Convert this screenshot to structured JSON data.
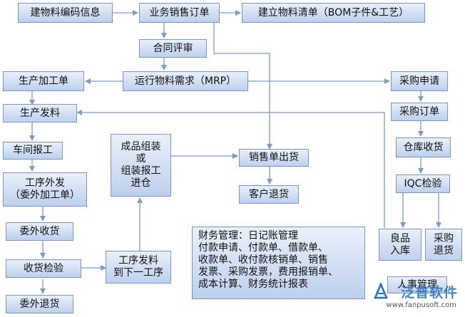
{
  "colors": {
    "box_border": "#7a98c4",
    "box_top": "#e9f0fa",
    "box_bottom": "#bdd0ec",
    "arrow": "#7d9bc5",
    "watermark": "#2a6fb5"
  },
  "nodes": {
    "material_code": "建物料编码信息",
    "sales_order": "业务销售订单",
    "bom": "建立物料清单（BOM子件&工艺）",
    "contract_review": "合同评审",
    "mrp": "运行物料需求（MRP）",
    "production_order": "生产加工单",
    "purchase_request": "采购申请",
    "production_issue": "生产发料",
    "purchase_order": "采购订单",
    "workshop_report": "车间报工",
    "assembly": "成品组装\n或\n组装报工\n进仓",
    "sales_delivery": "销售单出货",
    "warehouse_receipt": "仓库收货",
    "outsourcing": "工序外发\n（委外加工单）",
    "customer_return": "客户退货",
    "iqc": "IQC检验",
    "outsource_receipt": "委外收货",
    "finance": "财务管理：日记账管理\n付款申请、付款单、借款单、\n收款单、收付款核销单、销售\n发票、采购发票，费用报销单、\n成本计算、财务统计报表",
    "good_stock": "良品\n入库",
    "purchase_return": "采购\n退货",
    "receipt_inspection": "收货检验",
    "next_process": "工序发料\n到下一工序",
    "hr": "人事管理",
    "outsource_return": "委外退货"
  },
  "watermark": {
    "brand": "泛普软件",
    "url": "www.fanpusoft.com"
  }
}
